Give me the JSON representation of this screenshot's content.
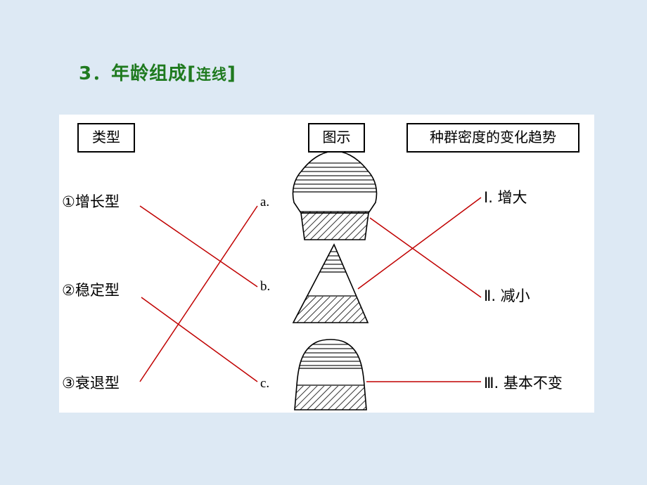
{
  "title": {
    "number": "3．",
    "text": "年龄组成",
    "bracket_open": "[",
    "tag": "连线",
    "bracket_close": "]",
    "color": "#1f7a1f"
  },
  "headers": {
    "type": "类型",
    "figure": "图示",
    "trend": "种群密度的变化趋势"
  },
  "types": [
    {
      "label": "①增长型"
    },
    {
      "label": "②稳定型"
    },
    {
      "label": "③衰退型"
    }
  ],
  "figures": [
    {
      "letter": "a.",
      "shape": "decline-bell-pyramid"
    },
    {
      "letter": "b.",
      "shape": "growth-triangle-pyramid"
    },
    {
      "letter": "c.",
      "shape": "stable-bell-pyramid"
    }
  ],
  "trends": [
    {
      "label": "Ⅰ. 增大"
    },
    {
      "label": "Ⅱ. 减小"
    },
    {
      "label": "Ⅲ. 基本不变"
    }
  ],
  "connections": {
    "type_to_figure": [
      [
        "①增长型",
        "b."
      ],
      [
        "②稳定型",
        "c."
      ],
      [
        "③衰退型",
        "a."
      ]
    ],
    "figure_to_trend": [
      [
        "a.",
        "Ⅱ. 减小"
      ],
      [
        "b.",
        "Ⅰ. 增大"
      ],
      [
        "c.",
        "Ⅲ. 基本不变"
      ]
    ],
    "line_color": "#c00000"
  }
}
